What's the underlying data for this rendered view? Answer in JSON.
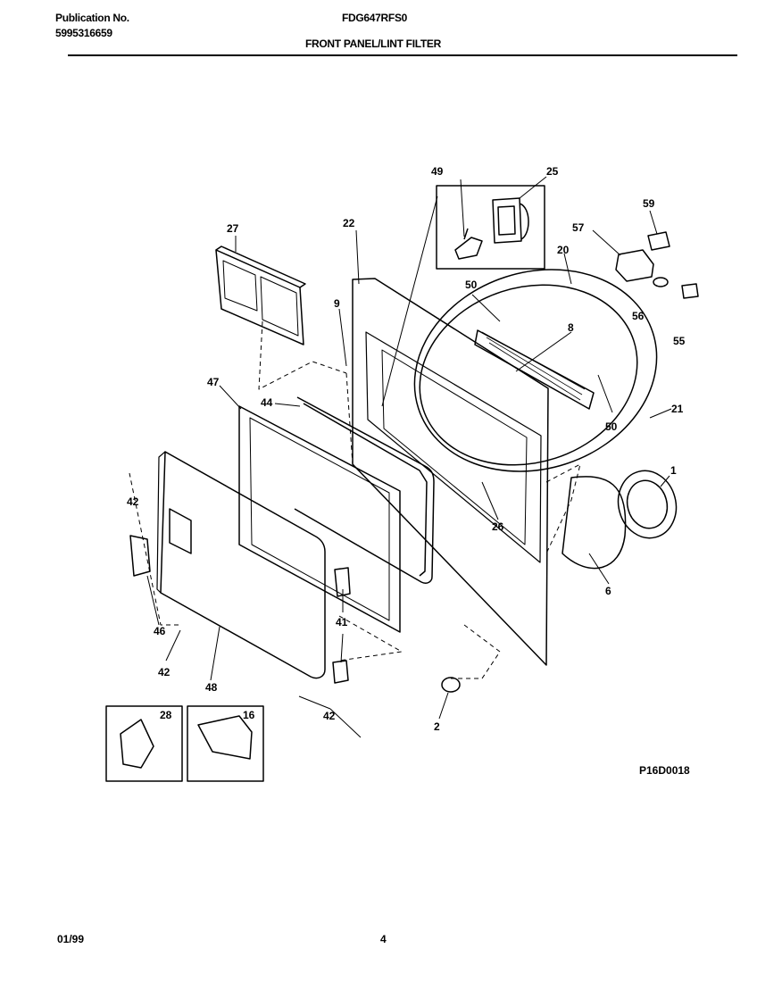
{
  "header": {
    "publication_label": "Publication No.",
    "publication_number": "5995316659",
    "model": "FDG647RFS0",
    "section_title": "FRONT PANEL/LINT FILTER"
  },
  "diagram": {
    "drawing_code": "P16D0018",
    "part_labels": {
      "p1": "1",
      "p2": "2",
      "p6": "6",
      "p8": "8",
      "p9": "9",
      "p16": "16",
      "p20": "20",
      "p21": "21",
      "p22": "22",
      "p25": "25",
      "p26": "26",
      "p27": "27",
      "p28": "28",
      "p41": "41",
      "p42a": "42",
      "p42b": "42",
      "p42c": "42",
      "p44": "44",
      "p46": "46",
      "p47": "47",
      "p48": "48",
      "p49": "49",
      "p50a": "50",
      "p50b": "50",
      "p55": "55",
      "p56": "56",
      "p57": "57",
      "p59": "59"
    }
  },
  "footer": {
    "date": "01/99",
    "page_number": "4"
  }
}
